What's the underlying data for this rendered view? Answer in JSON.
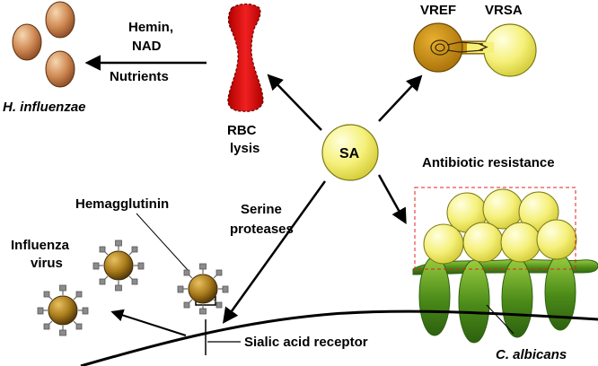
{
  "labels": {
    "center": "SA",
    "h_influenzae": "H. influenzae",
    "hemin_line1": "Hemin,",
    "hemin_line2": "NAD",
    "nutrients": "Nutrients",
    "rbc_line1": "RBC",
    "rbc_line2": "lysis",
    "vref": "VREF",
    "vrsa": "VRSA",
    "antibiotic_resistance": "Antibiotic resistance",
    "serine_line1": "Serine",
    "serine_line2": "proteases",
    "hemagglutinin": "Hemagglutinin",
    "influenza_line1": "Influenza",
    "influenza_line2": "virus",
    "sialic_acid_receptor": "Sialic acid receptor",
    "c_albicans": "C. albicans"
  },
  "colors": {
    "staph_fill": "#f5f07a",
    "staph_stroke": "#8a8a20",
    "rbc": "#e01a1a",
    "vref": "#c8900a",
    "candida": "#55a020",
    "virus": "#a87a1a",
    "spike": "#888888",
    "haemophilus": "#c47a4a",
    "biofilm_box": "#e02020"
  },
  "icons": {
    "haemophilus": "rod-bacteria-icon",
    "rbc": "red-blood-cell-icon",
    "staph": "staphylococcus-icon",
    "virus": "influenza-virus-icon",
    "candida": "candida-hyphae-icon"
  }
}
